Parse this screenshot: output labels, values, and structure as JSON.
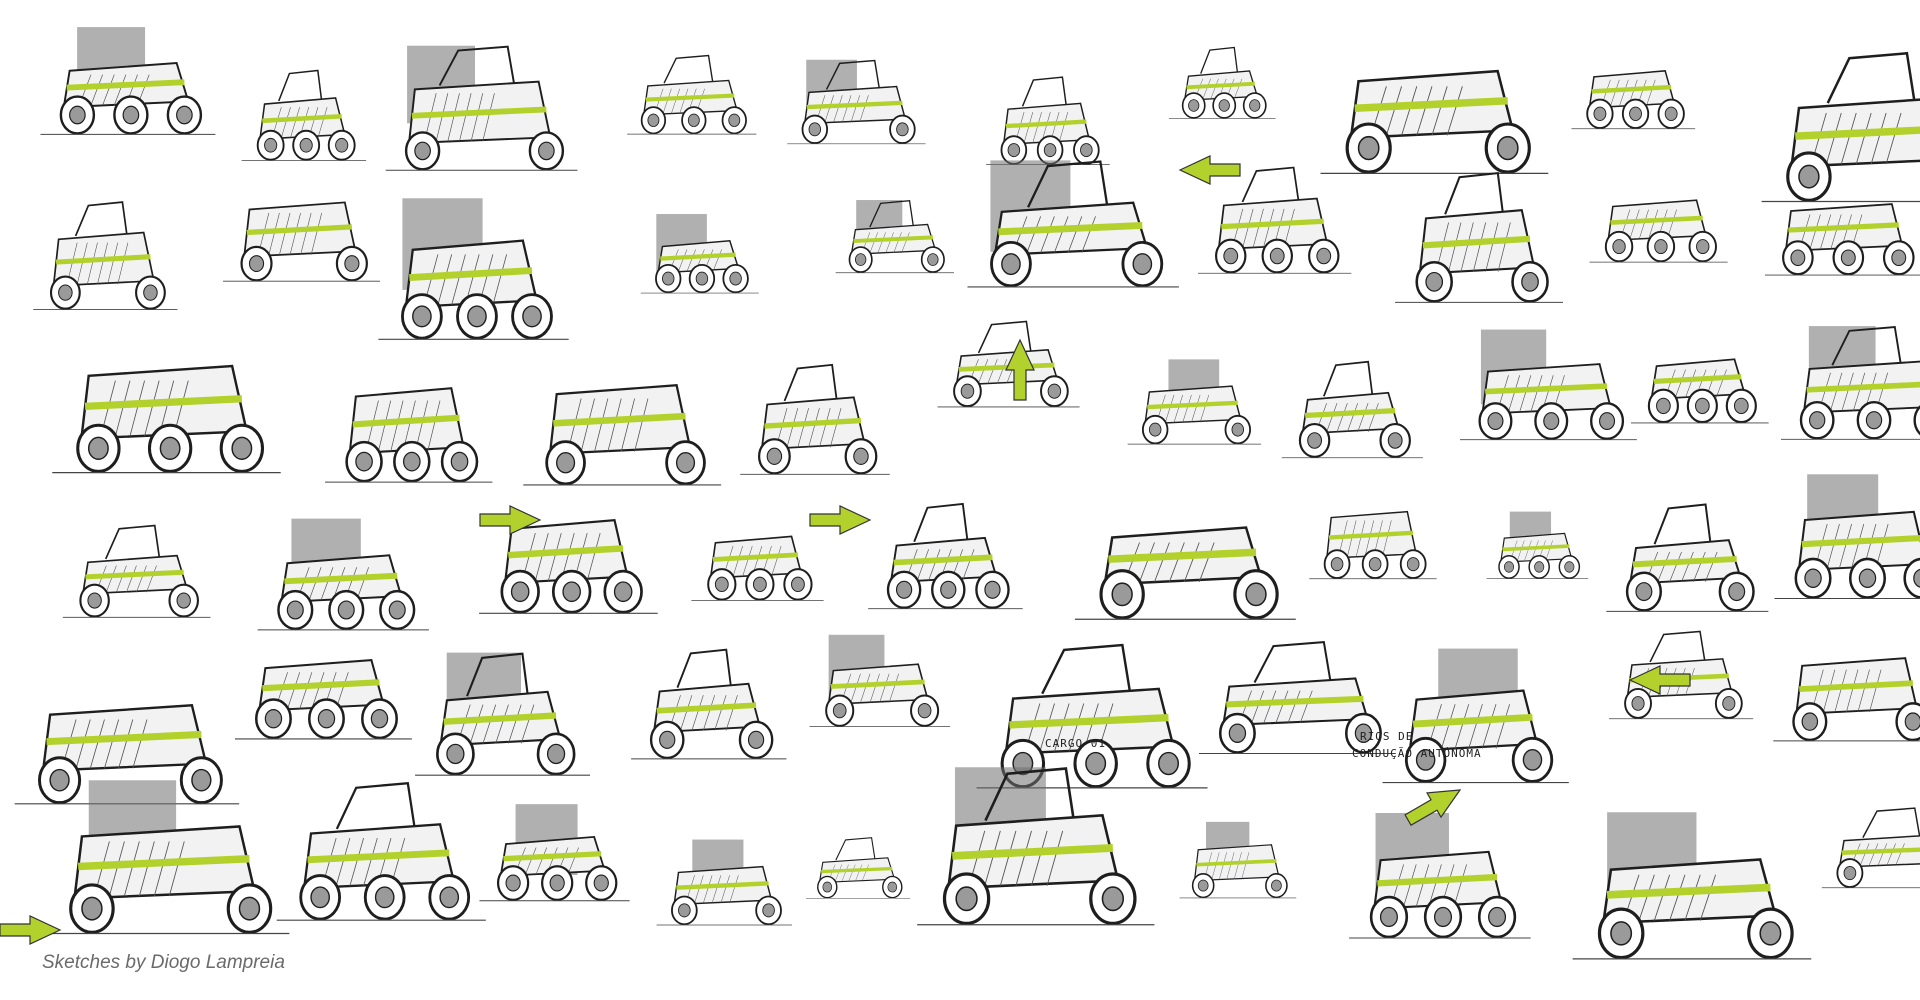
{
  "caption": "Sketches by Diogo Lampreia",
  "annotations": {
    "cargo_label": "CARGO 01",
    "title_note_line1": "RIOS DE",
    "title_note_line2": "CONDUÇÃO AUTÓNOMA"
  },
  "colors": {
    "ink": "#1e1e1e",
    "accent_green": "#b3d12c",
    "marker_gray": "#8a8a8a",
    "paper": "#ffffff"
  }
}
